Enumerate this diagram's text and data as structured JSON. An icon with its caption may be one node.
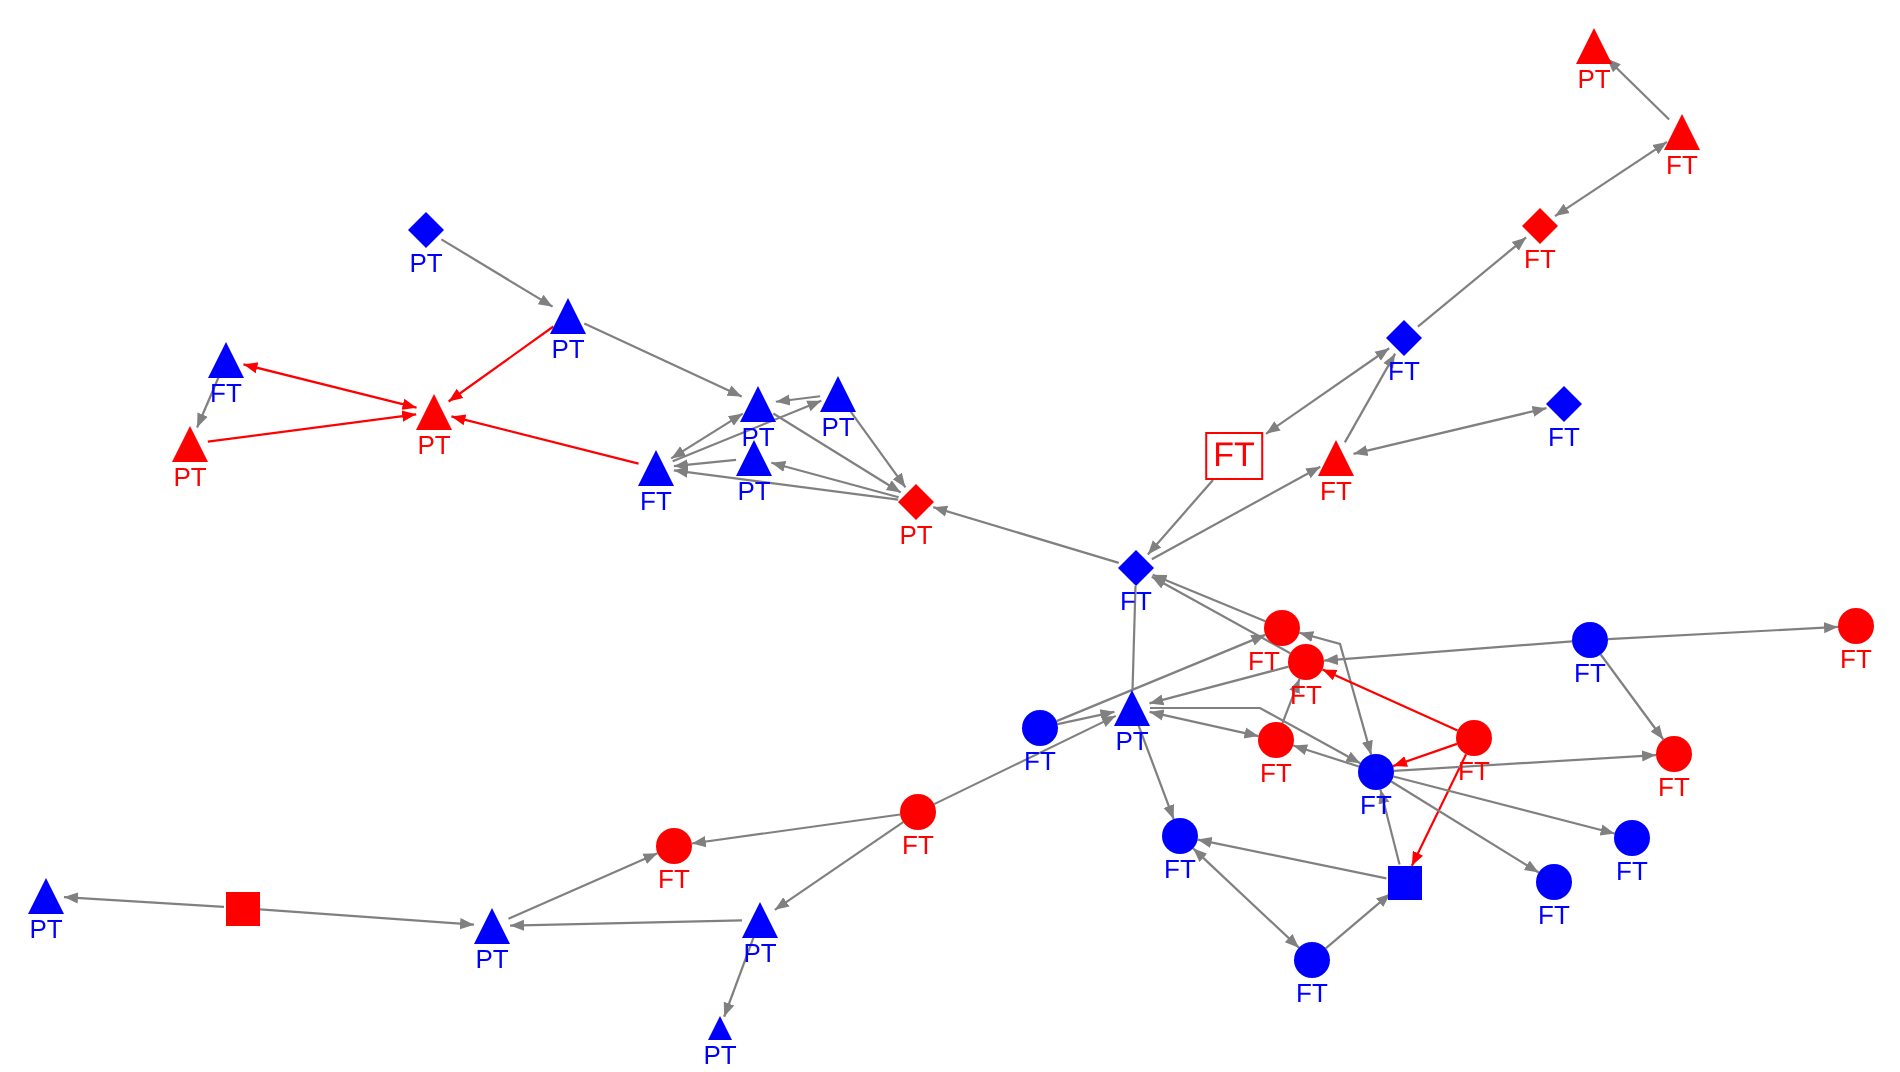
{
  "diagram": {
    "nodes": [
      {
        "text": [
          "PT"
        ]
      },
      {
        "text": [
          "PT"
        ]
      },
      {
        "text": [
          "FT"
        ]
      },
      {
        "text": [
          "PT"
        ]
      },
      {
        "text": [
          "PT"
        ]
      },
      {
        "text": [
          "PT"
        ]
      },
      {
        "text": [
          "PT"
        ]
      },
      {
        "text": [
          "PT"
        ]
      },
      {
        "text": [
          "FT"
        ]
      },
      {
        "text": [
          "PT"
        ]
      },
      {
        "text": [
          "PT"
        ]
      },
      {
        "text": [
          "FT"
        ]
      },
      {
        "text": [
          "FT"
        ]
      },
      {
        "text": [
          "FT"
        ]
      },
      {
        "text": [
          "FT"
        ]
      },
      {
        "text": [
          "FT"
        ]
      },
      {
        "text": [
          "FT"
        ]
      },
      {
        "text": [
          "FT"
        ]
      },
      {
        "text": [
          "FT"
        ]
      },
      {
        "text": [
          "FT"
        ]
      },
      {
        "text": [
          "FT"
        ]
      },
      {
        "text": [
          "FT"
        ]
      },
      {
        "text": [
          "FT"
        ]
      },
      {
        "text": [
          "PT"
        ]
      },
      {
        "text": [
          "FT"
        ]
      },
      {
        "text": [
          "FT"
        ]
      },
      {
        "text": [
          "FT"
        ]
      },
      {
        "text": [
          "FT"
        ]
      },
      {
        "text": [
          "FT"
        ]
      },
      {
        "text": [
          "FT"
        ]
      },
      {
        "text": [
          "FT"
        ]
      },
      {
        "text": [],
        "shape": "box"
      },
      {
        "text": [
          "FT"
        ]
      },
      {
        "text": [
          "FT"
        ]
      },
      {
        "text": [
          "FT"
        ]
      },
      {
        "text": [
          "PT"
        ]
      },
      {
        "text": [],
        "shape": "box"
      },
      {
        "text": [
          "PT"
        ]
      },
      {
        "text": [
          "PT"
        ]
      },
      {
        "text": [
          "PT"
        ]
      }
    ],
    "edges": [
      {
        "from": 0,
        "to": 1,
        "arrow": "to"
      },
      {
        "from": 1,
        "to": 5,
        "arrow": "to"
      },
      {
        "from": 1,
        "to": 4,
        "arrow": "to",
        "color": "#ff0000"
      },
      {
        "from": 2,
        "to": 4,
        "arrow": "both",
        "color": "#ff0000"
      },
      {
        "from": 2,
        "to": 3,
        "arrow": "to"
      },
      {
        "from": 3,
        "to": 4,
        "arrow": "to",
        "color": "#ff0000"
      },
      {
        "from": 8,
        "to": 4,
        "arrow": "to",
        "color": "#ff0000"
      },
      {
        "from": 6,
        "to": 5,
        "arrow": "to"
      },
      {
        "from": 8,
        "to": 5,
        "arrow": "both"
      },
      {
        "from": 8,
        "to": 6,
        "arrow": "to"
      },
      {
        "from": 7,
        "to": 8,
        "arrow": "to"
      },
      {
        "from": 5,
        "to": 9,
        "arrow": "to"
      },
      {
        "from": 6,
        "to": 9,
        "arrow": "to"
      },
      {
        "from": 9,
        "to": 7,
        "arrow": "to"
      },
      {
        "from": 9,
        "to": 8,
        "arrow": "to"
      },
      {
        "from": 17,
        "to": 9,
        "arrow": "to"
      },
      {
        "from": 11,
        "to": 10,
        "arrow": "to"
      },
      {
        "from": 12,
        "to": 11,
        "arrow": "both"
      },
      {
        "from": 13,
        "to": 12,
        "arrow": "to"
      },
      {
        "from": 13,
        "to": 14,
        "arrow": "both"
      },
      {
        "from": 15,
        "to": 13,
        "arrow": "to"
      },
      {
        "from": 16,
        "to": 15,
        "arrow": "both"
      },
      {
        "from": 14,
        "to": 17,
        "arrow": "to"
      },
      {
        "from": 17,
        "to": 15,
        "arrow": "to"
      },
      {
        "from": 18,
        "to": 17,
        "arrow": "to"
      },
      {
        "from": 19,
        "to": 17,
        "arrow": "to"
      },
      {
        "from": 17,
        "to": 23,
        "arrow": "none"
      },
      {
        "from": 22,
        "to": 23,
        "arrow": "to"
      },
      {
        "from": 22,
        "to": 18,
        "arrow": "to"
      },
      {
        "from": 34,
        "to": 23,
        "arrow": "to"
      },
      {
        "from": 19,
        "to": 23,
        "arrow": "to"
      },
      {
        "from": 23,
        "to": 24,
        "arrow": "both"
      },
      {
        "from": 23,
        "to": 25,
        "arrow": "to"
      },
      {
        "from": 25,
        "to": 24,
        "arrow": "to"
      },
      {
        "from": 23,
        "to": 28,
        "arrow": "to"
      },
      {
        "from": 18,
        "to": 25,
        "arrow": "both"
      },
      {
        "from": 24,
        "to": 19,
        "arrow": "to"
      },
      {
        "from": 26,
        "to": 19,
        "arrow": "to",
        "color": "#ff0000"
      },
      {
        "from": 26,
        "to": 25,
        "arrow": "to",
        "color": "#ff0000"
      },
      {
        "from": 26,
        "to": 31,
        "arrow": "to",
        "color": "#ff0000"
      },
      {
        "from": 20,
        "to": 19,
        "arrow": "to"
      },
      {
        "from": 20,
        "to": 21,
        "arrow": "to"
      },
      {
        "from": 20,
        "to": 27,
        "arrow": "to"
      },
      {
        "from": 25,
        "to": 27,
        "arrow": "to"
      },
      {
        "from": 25,
        "to": 29,
        "arrow": "to"
      },
      {
        "from": 25,
        "to": 30,
        "arrow": "to"
      },
      {
        "from": 31,
        "to": 25,
        "arrow": "to"
      },
      {
        "from": 31,
        "to": 28,
        "arrow": "to"
      },
      {
        "from": 28,
        "to": 32,
        "arrow": "both"
      },
      {
        "from": 32,
        "to": 31,
        "arrow": "to"
      },
      {
        "from": 34,
        "to": 33,
        "arrow": "to"
      },
      {
        "from": 34,
        "to": 38,
        "arrow": "to"
      },
      {
        "from": 38,
        "to": 37,
        "arrow": "to"
      },
      {
        "from": 37,
        "to": 33,
        "arrow": "to"
      },
      {
        "from": 38,
        "to": 39,
        "arrow": "to"
      },
      {
        "from": 36,
        "to": 35,
        "arrow": "to"
      },
      {
        "from": 36,
        "to": 37,
        "arrow": "to"
      }
    ]
  }
}
